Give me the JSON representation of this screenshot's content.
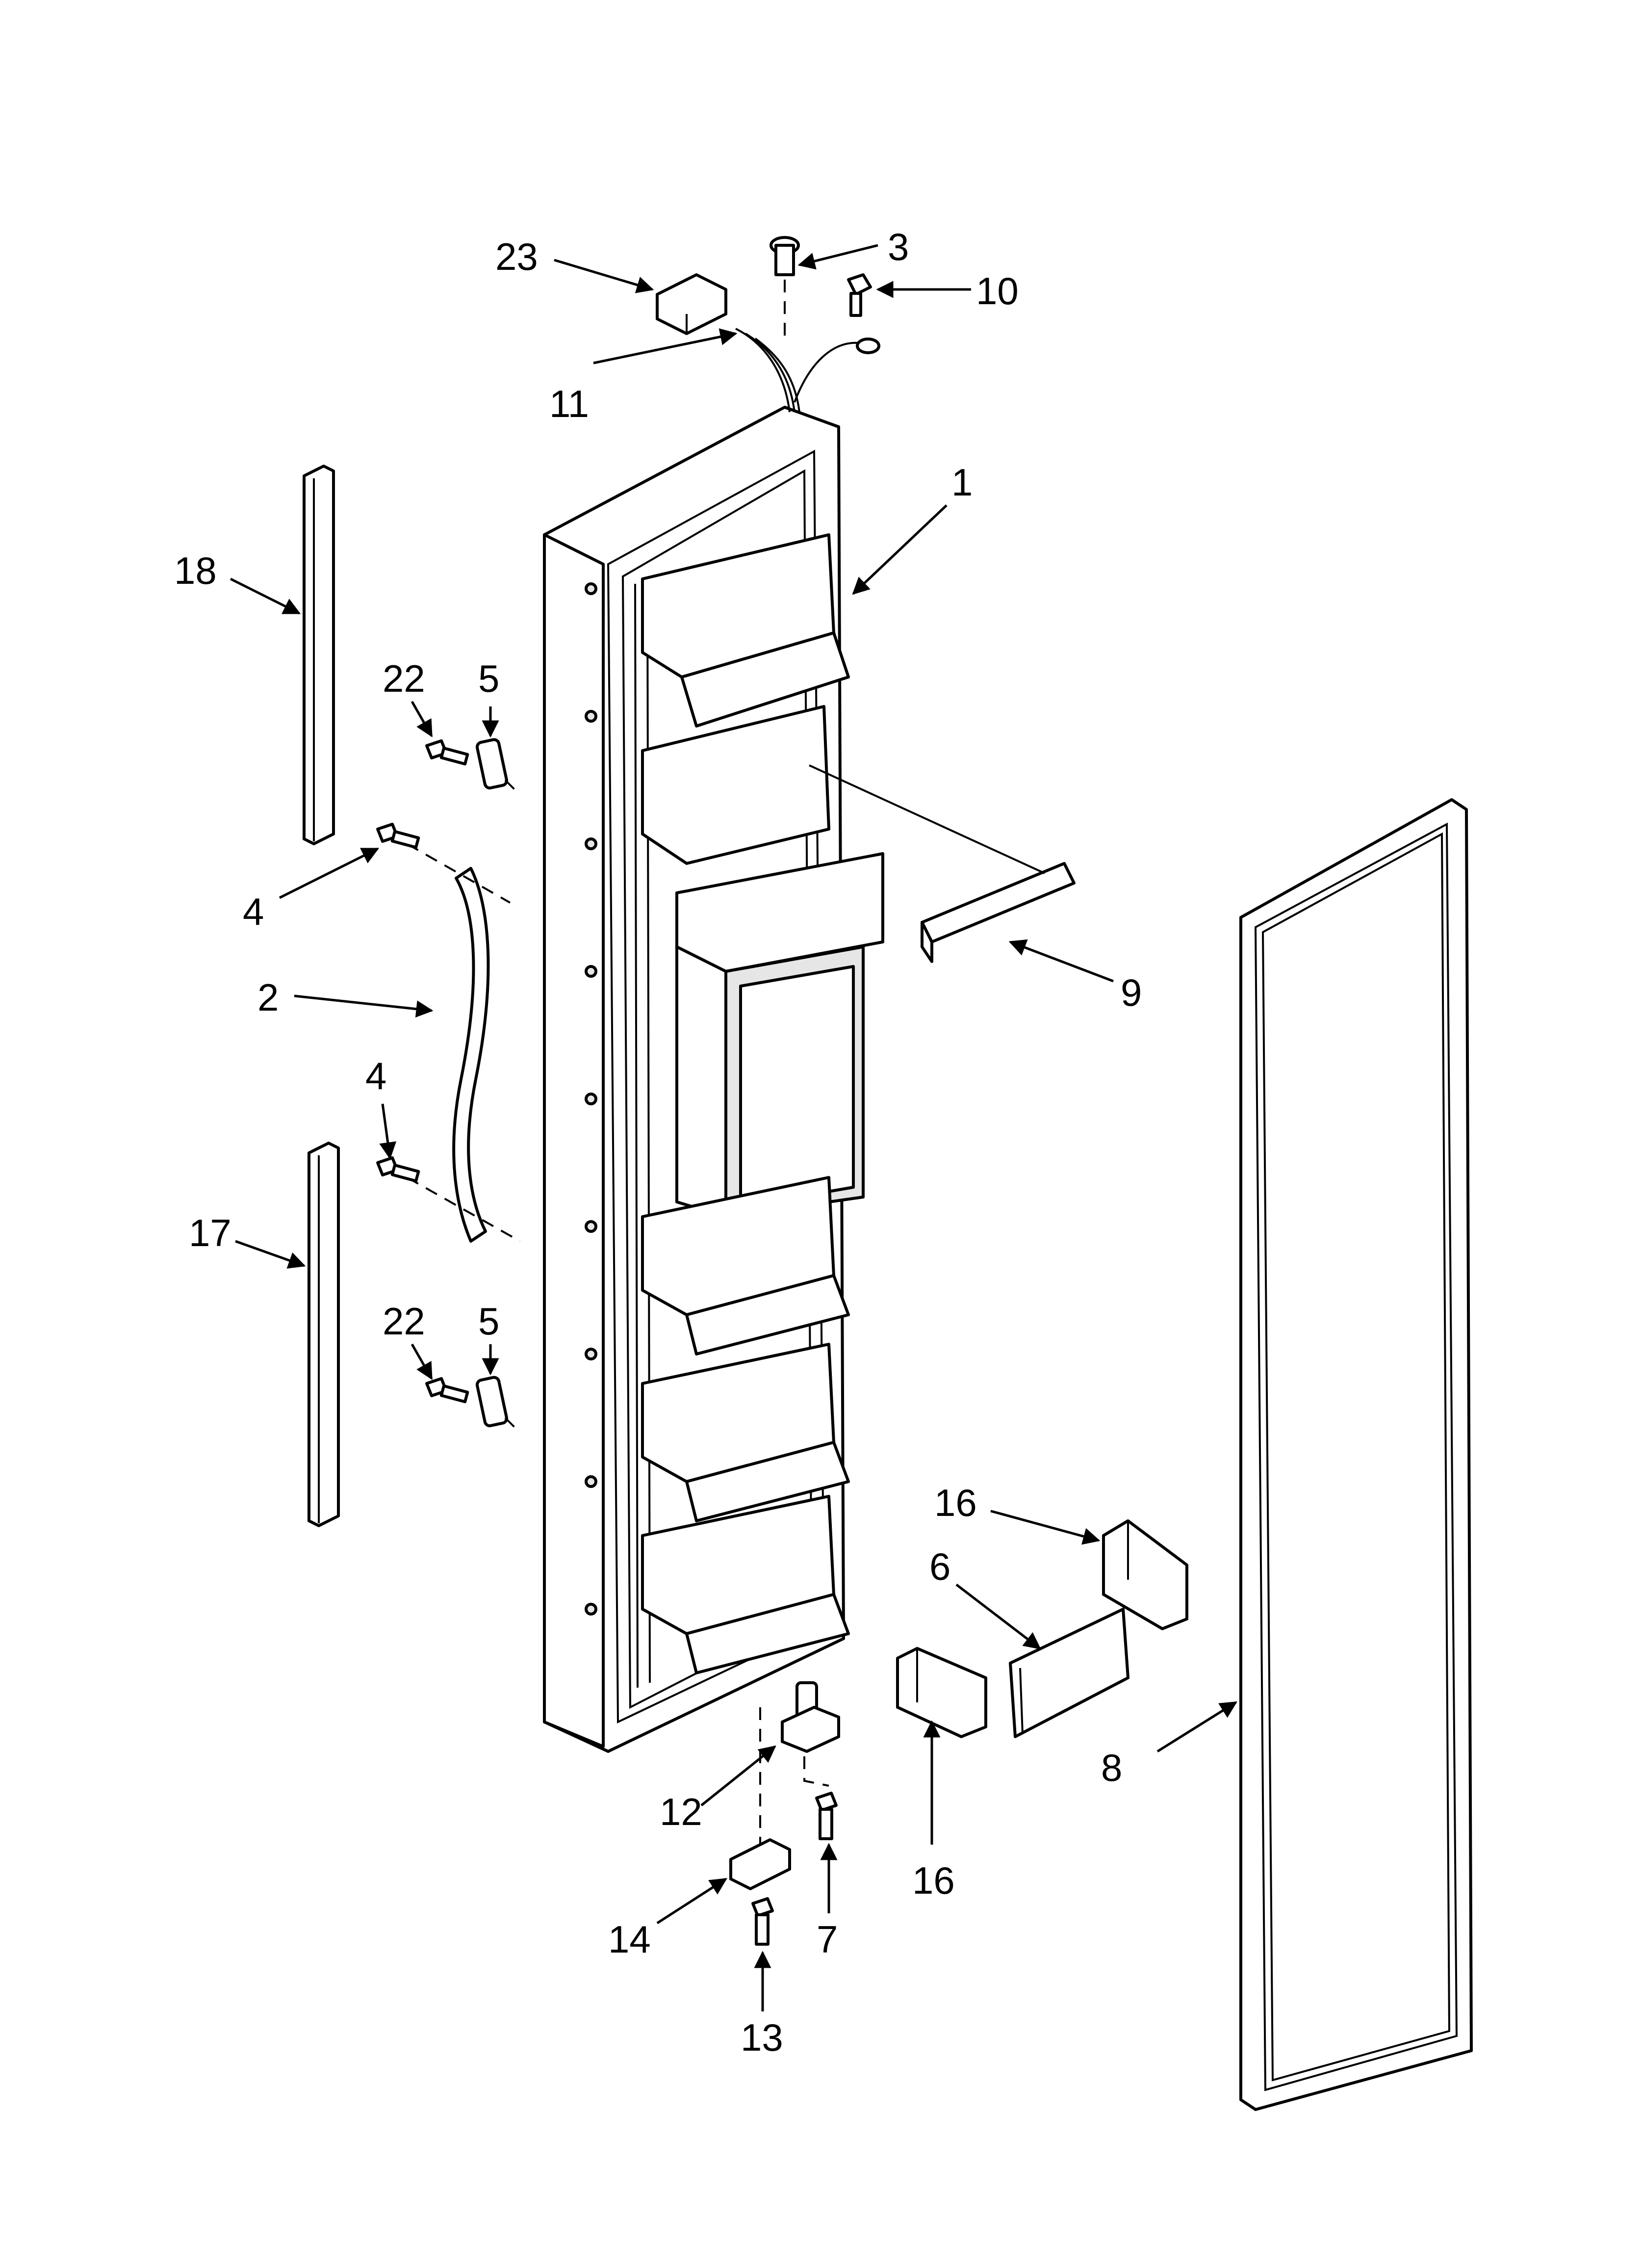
{
  "diagram": {
    "background": "#ffffff",
    "line_color": "#000000",
    "callouts": [
      {
        "id": "c23",
        "label": "23"
      },
      {
        "id": "c3",
        "label": "3"
      },
      {
        "id": "c10",
        "label": "10"
      },
      {
        "id": "c11",
        "label": "11"
      },
      {
        "id": "c1",
        "label": "1"
      },
      {
        "id": "c18",
        "label": "18"
      },
      {
        "id": "c22a",
        "label": "22"
      },
      {
        "id": "c5a",
        "label": "5"
      },
      {
        "id": "c4a",
        "label": "4"
      },
      {
        "id": "c2",
        "label": "2"
      },
      {
        "id": "c9",
        "label": "9"
      },
      {
        "id": "c4b",
        "label": "4"
      },
      {
        "id": "c17",
        "label": "17"
      },
      {
        "id": "c22b",
        "label": "22"
      },
      {
        "id": "c5b",
        "label": "5"
      },
      {
        "id": "c16a",
        "label": "16"
      },
      {
        "id": "c6",
        "label": "6"
      },
      {
        "id": "c8",
        "label": "8"
      },
      {
        "id": "c12",
        "label": "12"
      },
      {
        "id": "c16b",
        "label": "16"
      },
      {
        "id": "c14",
        "label": "14"
      },
      {
        "id": "c7",
        "label": "7"
      },
      {
        "id": "c13",
        "label": "13"
      }
    ]
  }
}
